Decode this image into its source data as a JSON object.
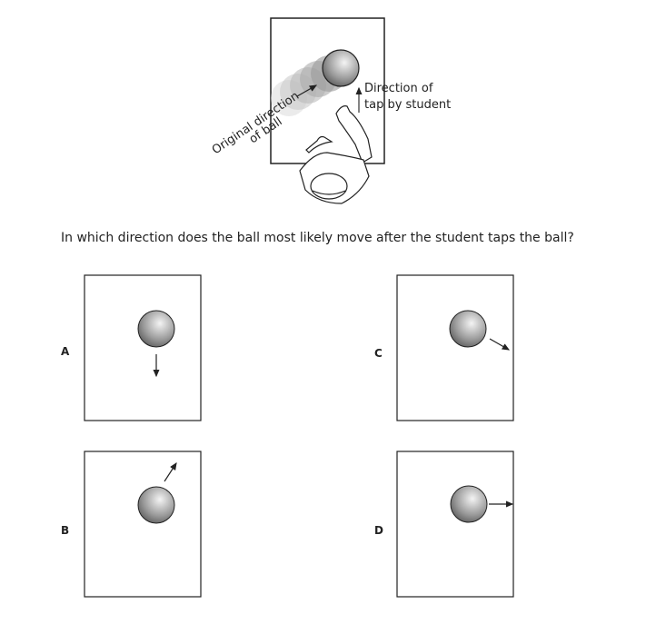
{
  "figure": {
    "original_direction_line1": "Original direction",
    "original_direction_line2": "of ball",
    "tap_direction_line1": "Direction of",
    "tap_direction_line2": "tap by student"
  },
  "question": "In which direction does the ball most likely move after the student taps the ball?",
  "options": [
    {
      "label": "A",
      "arrow_direction": "down"
    },
    {
      "label": "B",
      "arrow_direction": "up-right"
    },
    {
      "label": "C",
      "arrow_direction": "down-right"
    },
    {
      "label": "D",
      "arrow_direction": "right"
    }
  ]
}
